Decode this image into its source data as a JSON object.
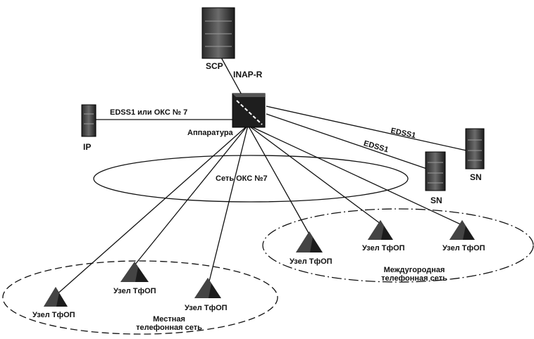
{
  "labels": {
    "scp": "SCP",
    "inap": "INAP-R",
    "edss_oks": "EDSS1 или ОКС № 7",
    "apparatus": "Аппаратура",
    "ip": "IP",
    "edss1_a": "EDSS1",
    "edss1_b": "EDSS1",
    "sn_a": "SN",
    "sn_b": "SN",
    "oks_net": "Сеть ОКС №7",
    "node": "Узел ТфОП",
    "local_net_line1": "Местная",
    "local_net_line2": "телефонная сеть",
    "ld_net_line1": "Междугородная",
    "ld_net_line2": "телефонная сеть"
  },
  "icons": {
    "server": "server-tower-icon",
    "switch": "apparatus-box-icon",
    "node": "pyramid-node-icon"
  },
  "colors": {
    "ink": "#111111",
    "background": "#ffffff"
  }
}
